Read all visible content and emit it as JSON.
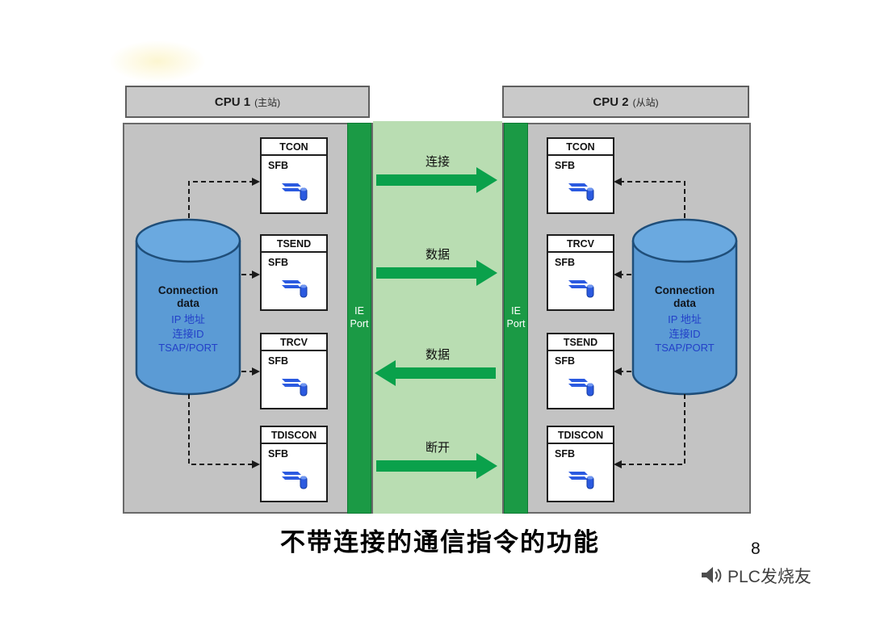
{
  "slide": {
    "title": "不带连接的通信指令的功能",
    "page_number": "8",
    "watermark": "PLC发烧友"
  },
  "cpu1": {
    "header_title": "CPU 1",
    "header_sub": "(主站)",
    "port": {
      "line1": "IE",
      "line2": "Port"
    },
    "connection": {
      "title": "Connection data",
      "lines": [
        "IP 地址",
        "连接ID",
        "TSAP/PORT"
      ]
    },
    "blocks": [
      {
        "name": "TCON",
        "type": "SFB"
      },
      {
        "name": "TSEND",
        "type": "SFB"
      },
      {
        "name": "TRCV",
        "type": "SFB"
      },
      {
        "name": "TDISCON",
        "type": "SFB"
      }
    ]
  },
  "cpu2": {
    "header_title": "CPU 2",
    "header_sub": "(从站)",
    "port": {
      "line1": "IE",
      "line2": "Port"
    },
    "connection": {
      "title": "Connection data",
      "lines": [
        "IP 地址",
        "连接ID",
        "TSAP/PORT"
      ]
    },
    "blocks": [
      {
        "name": "TCON",
        "type": "SFB"
      },
      {
        "name": "TRCV",
        "type": "SFB"
      },
      {
        "name": "TSEND",
        "type": "SFB"
      },
      {
        "name": "TDISCON",
        "type": "SFB"
      }
    ]
  },
  "channel": {
    "arrows": [
      {
        "label": "连接",
        "direction": "right"
      },
      {
        "label": "数据",
        "direction": "right"
      },
      {
        "label": "数据",
        "direction": "left"
      },
      {
        "label": "断开",
        "direction": "right"
      }
    ]
  },
  "colors": {
    "cpu_gray": "#c3c3c3",
    "port_green": "#1b9a45",
    "channel_green": "#b9ddb2",
    "arrow_green": "#0aa14b",
    "cylinder_blue": "#5b9bd5"
  }
}
